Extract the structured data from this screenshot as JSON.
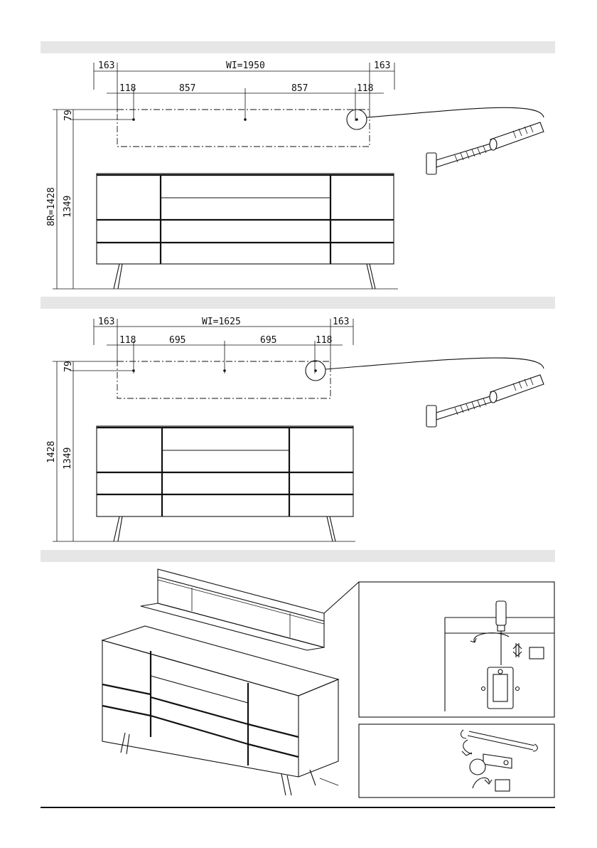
{
  "diagram1": {
    "outer_left": "163",
    "width_label": "WI=1950",
    "outer_right": "163",
    "inner_left": "118",
    "span_a": "857",
    "span_b": "857",
    "inner_right": "118",
    "top_offset": "79",
    "total_height": "8R=1428",
    "hole_height": "1349"
  },
  "diagram2": {
    "outer_left": "163",
    "width_label": "WI=1625",
    "outer_right": "163",
    "inner_left": "118",
    "span_a": "695",
    "span_b": "695",
    "inner_right": "118",
    "top_offset": "79",
    "total_height": "1428",
    "hole_height": "1349"
  },
  "icons": {
    "screw_anchor": "screw-and-wall-plug-icon",
    "screwdriver": "screwdriver-icon",
    "wrench": "wrench-icon",
    "rotate": "rotate-arrow-icon"
  }
}
